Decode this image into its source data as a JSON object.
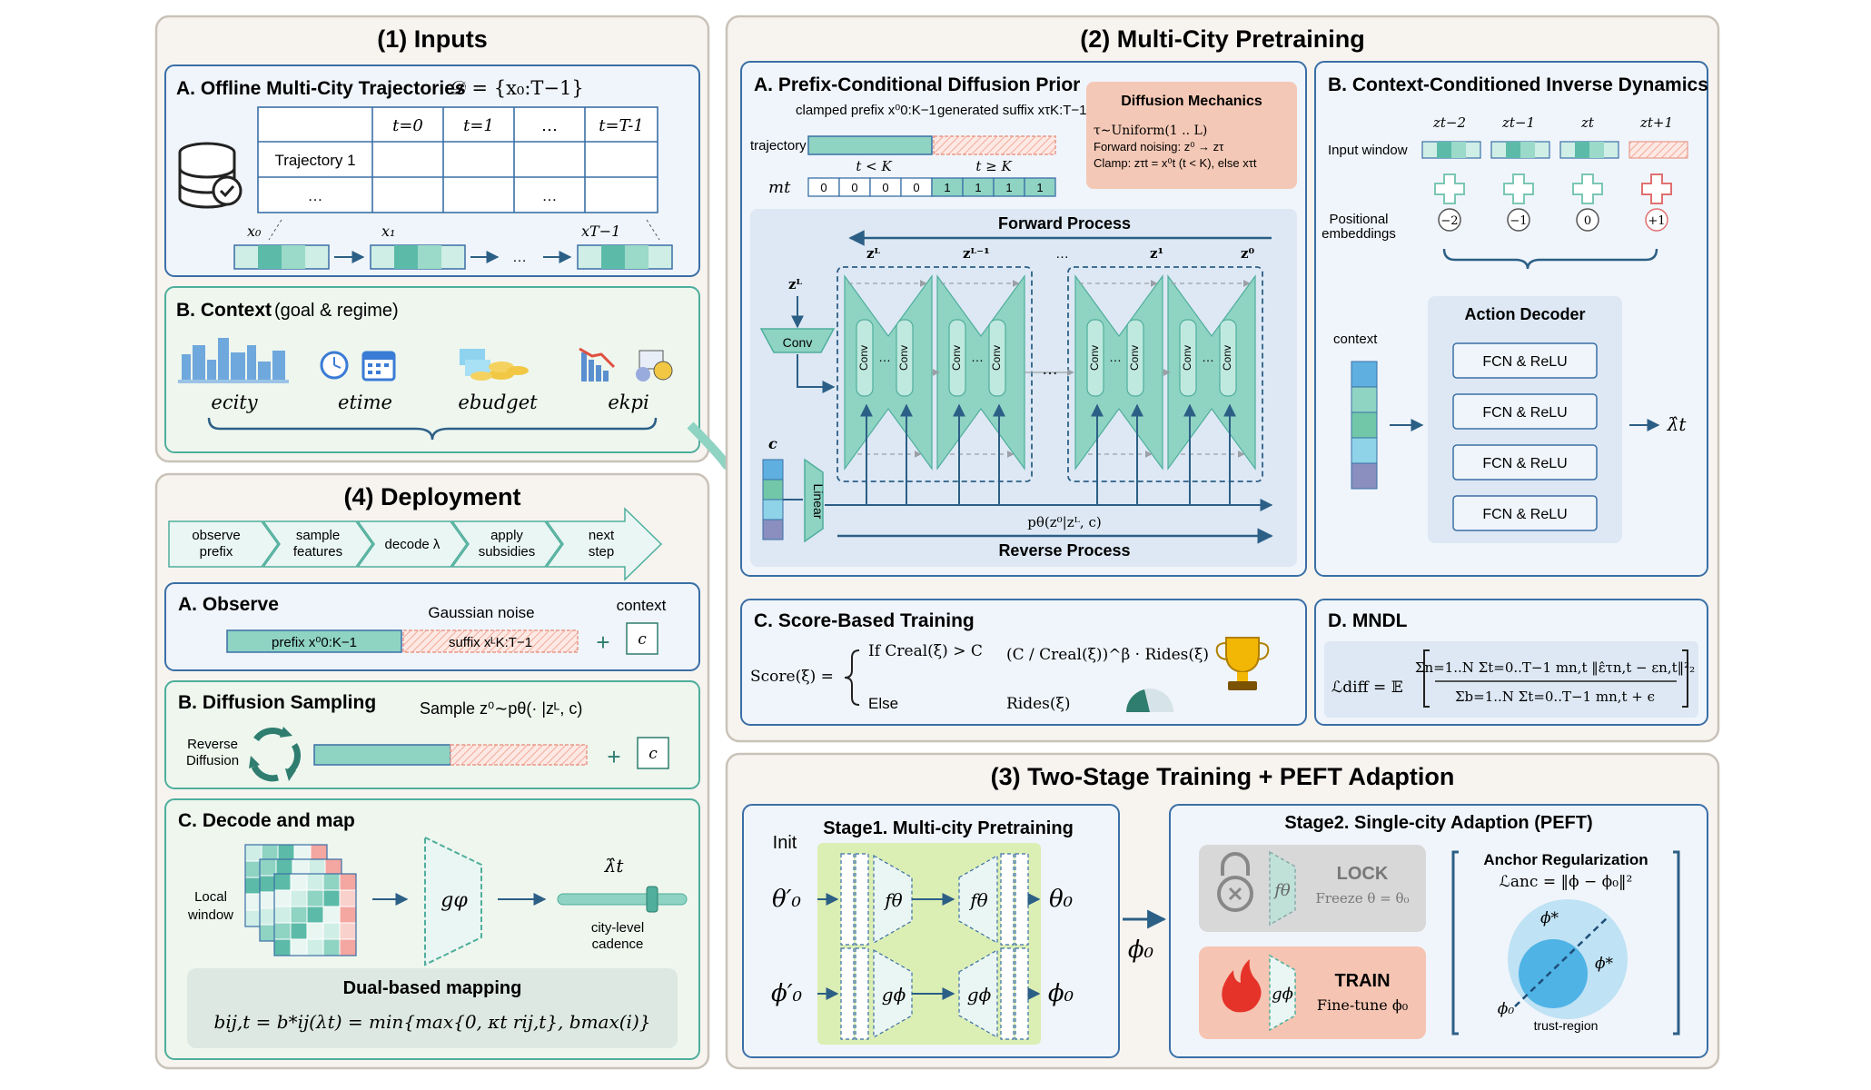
{
  "inputs": {
    "title": "(1) Inputs",
    "a_title": "A. Offline Multi-City Trajectories",
    "a_formula": "𝒟 = {x₀:T−1}",
    "table_headers": [
      "t=0",
      "t=1",
      "…",
      "t=T-1"
    ],
    "row1_label": "Trajectory 1",
    "row2_label": "…",
    "row2_cell": "…",
    "x0": "x₀",
    "x1": "x₁",
    "xT": "xT−1",
    "dots": "…",
    "b_title": "B. Context",
    "b_subtitle": "(goal & regime)",
    "e_city": "ecity",
    "e_time": "etime",
    "e_budget": "ebudget",
    "e_kpi": "ekpi"
  },
  "pretraining": {
    "title": "(2) Multi-City Pretraining",
    "a_title": "A. Prefix-Conditional Diffusion Prior",
    "clamped_prefix": "clamped prefix x⁰0:K−1",
    "generated_suffix": "generated suffix xτK:T−1",
    "trajectory": "trajectory",
    "t_less": "t < K",
    "t_geq": "t ≥ K",
    "m_t": "mt",
    "mask_values": [
      "0",
      "0",
      "0",
      "0",
      "1",
      "1",
      "1",
      "1"
    ],
    "mechanics_title": "Diffusion Mechanics",
    "mechanics_line1": "τ∼Uniform(1 .. L)",
    "mechanics_line2": "Forward noising: z⁰ → zτ",
    "mechanics_line3": "Clamp: zτt = x⁰t (t < K), else xτt",
    "forward_process": "Forward Process",
    "reverse_process": "Reverse Process",
    "z_L": "zᴸ",
    "z_L1": "zᴸ⁻¹",
    "z_1": "z¹",
    "z_0": "z⁰",
    "z_L_left": "zᴸ",
    "conv": "Conv",
    "linear": "Linear",
    "c_label": "c",
    "p_theta": "pθ(z⁰|zᴸ, c)",
    "ellipsis": "…",
    "b_title": "B. Context-Conditioned Inverse Dynamics",
    "input_window": "Input window",
    "positional_embeddings_l1": "Positional",
    "positional_embeddings_l2": "embeddings",
    "z_labels": [
      "zt−2",
      "zt−1",
      "zt",
      "zt+1"
    ],
    "pos_labels": [
      "−2",
      "−1",
      "0",
      "+1"
    ],
    "context": "context",
    "action_decoder": "Action Decoder",
    "fcn_layers": [
      "FCN & ReLU",
      "FCN & ReLU",
      "FCN & ReLU",
      "FCN & ReLU"
    ],
    "lambda_hat": "λ̂t",
    "c_title": "C. Score-Based Training",
    "score_lhs": "Score(ξ) =",
    "score_if": "If Creal(ξ) > C",
    "score_else": "Else",
    "score_expr": "(C / Creal(ξ))^β · Rides(ξ)",
    "score_rides": "Rides(ξ)",
    "d_title": "D. MNDL",
    "mndl_lhs": "ℒdiff = 𝔼",
    "mndl_num": "Σn=1..N Σt=0..T−1 mn,t ‖ε̂τn,t − εn,t‖²₂",
    "mndl_den": "Σb=1..N Σt=0..T−1 mn,t + ϵ"
  },
  "deployment": {
    "title": "(4) Deployment",
    "steps": [
      "observe prefix",
      "sample features",
      "decode λ",
      "apply subsidies",
      "next step"
    ],
    "a_title": "A. Observe",
    "gaussian_noise": "Gaussian noise",
    "context": "context",
    "prefix": "prefix x⁰0:K−1",
    "suffix": "suffix xᴸK:T−1",
    "c": "c",
    "plus": "+",
    "b_title": "B. Diffusion Sampling",
    "sample_text": "Sample z⁰∼pθ(· |zᴸ, c)",
    "reverse_l1": "Reverse",
    "reverse_l2": "Diffusion",
    "c_title": "C. Decode and map",
    "local_l1": "Local",
    "local_l2": "window",
    "g_phi": "gφ",
    "lambda_hat": "λ̂t",
    "cadence_l1": "city-level",
    "cadence_l2": "cadence",
    "dual_title": "Dual-based mapping",
    "dual_formula": "bij,t = b*ij(λt) = min{max{0, κt rij,t}, bmax(i)}"
  },
  "two_stage": {
    "title": "(3) Two-Stage Training + PEFT Adaption",
    "stage1_title": "Stage1. Multi-city Pretraining",
    "init": "Init",
    "theta0p": "θ′₀",
    "phi0p": "ϕ′₀",
    "f_theta": "fθ",
    "g_phi": "gϕ",
    "theta0": "θ₀",
    "phi0": "ϕ₀",
    "phi0_mid": "ϕ₀",
    "stage2_title": "Stage2. Single-city Adaption (PEFT)",
    "lock": "LOCK",
    "freeze": "Freeze θ = θ₀",
    "train": "TRAIN",
    "finetune": "Fine-tune ϕ₀",
    "anchor_title": "Anchor Regularization",
    "anchor_formula": "ℒanc = ‖ϕ − ϕ₀‖²",
    "phi_star": "ϕ*",
    "phi_star2": "ϕ*",
    "phi_zero": "ϕ₀",
    "trust_region": "trust-region"
  },
  "colors": {
    "teal": "#8fd3c3",
    "teal_dark": "#4fae9c",
    "panel_fill": "#f0f5fb",
    "panel_stroke": "#3a6fa6",
    "outer_fill": "#f7f4f0",
    "outer_stroke": "#c9c2b8",
    "salmon": "#f4c8b6",
    "green_fill": "#eef6ee"
  }
}
